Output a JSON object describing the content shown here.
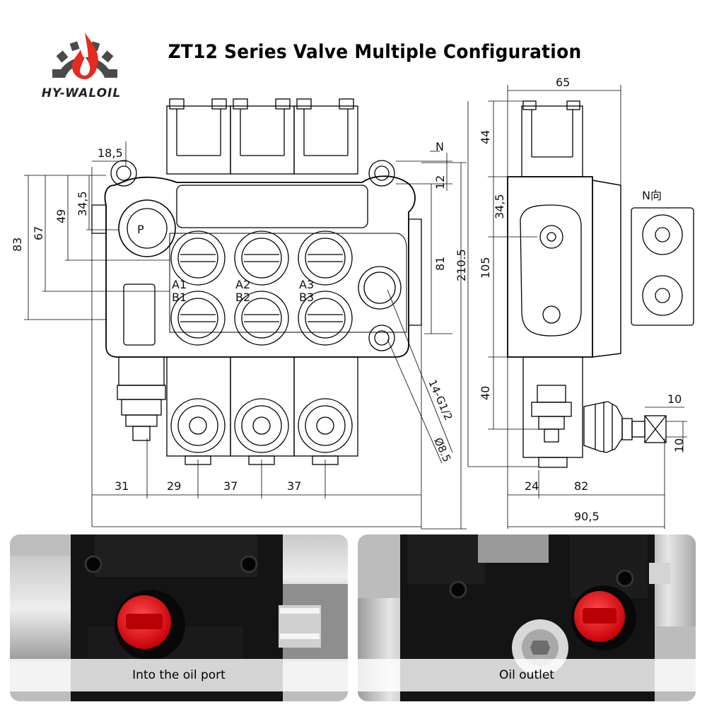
{
  "title": "ZT12 Series Valve Multiple Configuration",
  "logo": {
    "text": "HY-WALOIL",
    "colors": {
      "flame": "#e52a22",
      "gear": "#4a4a4a"
    }
  },
  "front_view": {
    "ports": {
      "pressure": "P",
      "work_a": [
        "A1",
        "A2",
        "A3"
      ],
      "work_b": [
        "B1",
        "B2",
        "B3"
      ]
    },
    "dimensions": {
      "top_offset": "18,5",
      "left_83": "83",
      "left_67": "67",
      "left_49": "49",
      "left_34_5": "34,5",
      "right_12": "12",
      "right_81": "81",
      "right_210_5": "210.5",
      "thread": "14-G1/2",
      "hole": "Ø8.5",
      "bottom_31": "31",
      "bottom_29": "29",
      "bottom_37a": "37",
      "bottom_37b": "37"
    },
    "view_marker": "N"
  },
  "side_view": {
    "dimensions": {
      "top_65": "65",
      "left_44": "44",
      "left_34_5": "34,5",
      "left_105": "105",
      "left_40": "40",
      "bottom_24": "24",
      "bottom_82": "82",
      "bottom_90_5": "90,5",
      "lever_10a": "10",
      "lever_10b": "10"
    },
    "detail_label": "N向"
  },
  "photos": [
    {
      "caption": "Into the oil port",
      "plug_color": "#e8141b"
    },
    {
      "caption": "Oil outlet",
      "plug_color": "#e8141b"
    }
  ]
}
